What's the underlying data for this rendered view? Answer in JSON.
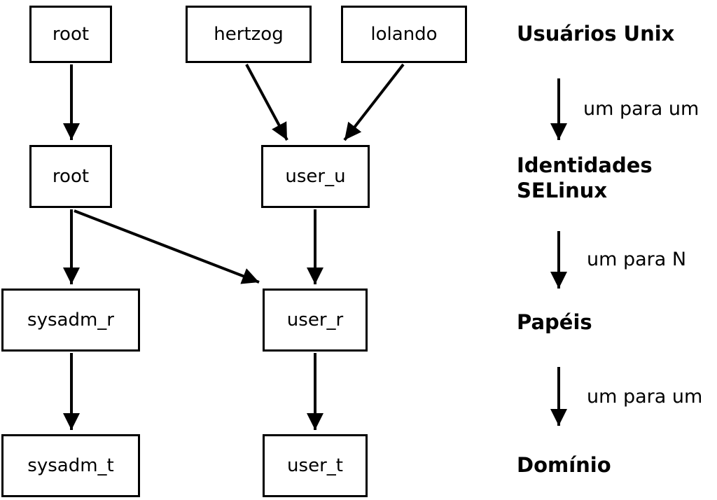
{
  "diagram": {
    "title_semantic": "Mapping of Unix users to SELinux identities, roles and domains",
    "colors": {
      "background": "#ffffff",
      "box_border": "#000000",
      "text": "#000000",
      "arrow": "#000000"
    },
    "nodes": {
      "root_unix": {
        "label": "root"
      },
      "hertzog": {
        "label": "hertzog"
      },
      "lolando": {
        "label": "lolando"
      },
      "root_selinux": {
        "label": "root"
      },
      "user_u": {
        "label": "user_u"
      },
      "sysadm_r": {
        "label": "sysadm_r"
      },
      "user_r": {
        "label": "user_r"
      },
      "sysadm_t": {
        "label": "sysadm_t"
      },
      "user_t": {
        "label": "user_t"
      }
    },
    "edges": [
      {
        "from": "root (Unix)",
        "to": "root (SELinux)"
      },
      {
        "from": "hertzog",
        "to": "user_u"
      },
      {
        "from": "lolando",
        "to": "user_u"
      },
      {
        "from": "root (SELinux)",
        "to": "sysadm_r"
      },
      {
        "from": "root (SELinux)",
        "to": "user_r"
      },
      {
        "from": "user_u",
        "to": "user_r"
      },
      {
        "from": "sysadm_r",
        "to": "sysadm_t"
      },
      {
        "from": "user_r",
        "to": "user_t"
      }
    ],
    "legend": {
      "level1": "Usuários Unix",
      "arrow1_label": "um para um",
      "level2_line1": "Identidades",
      "level2_line2": "SELinux",
      "arrow2_label": "um para N",
      "level3": "Papéis",
      "arrow3_label": "um para um",
      "level4": "Domínio"
    }
  }
}
